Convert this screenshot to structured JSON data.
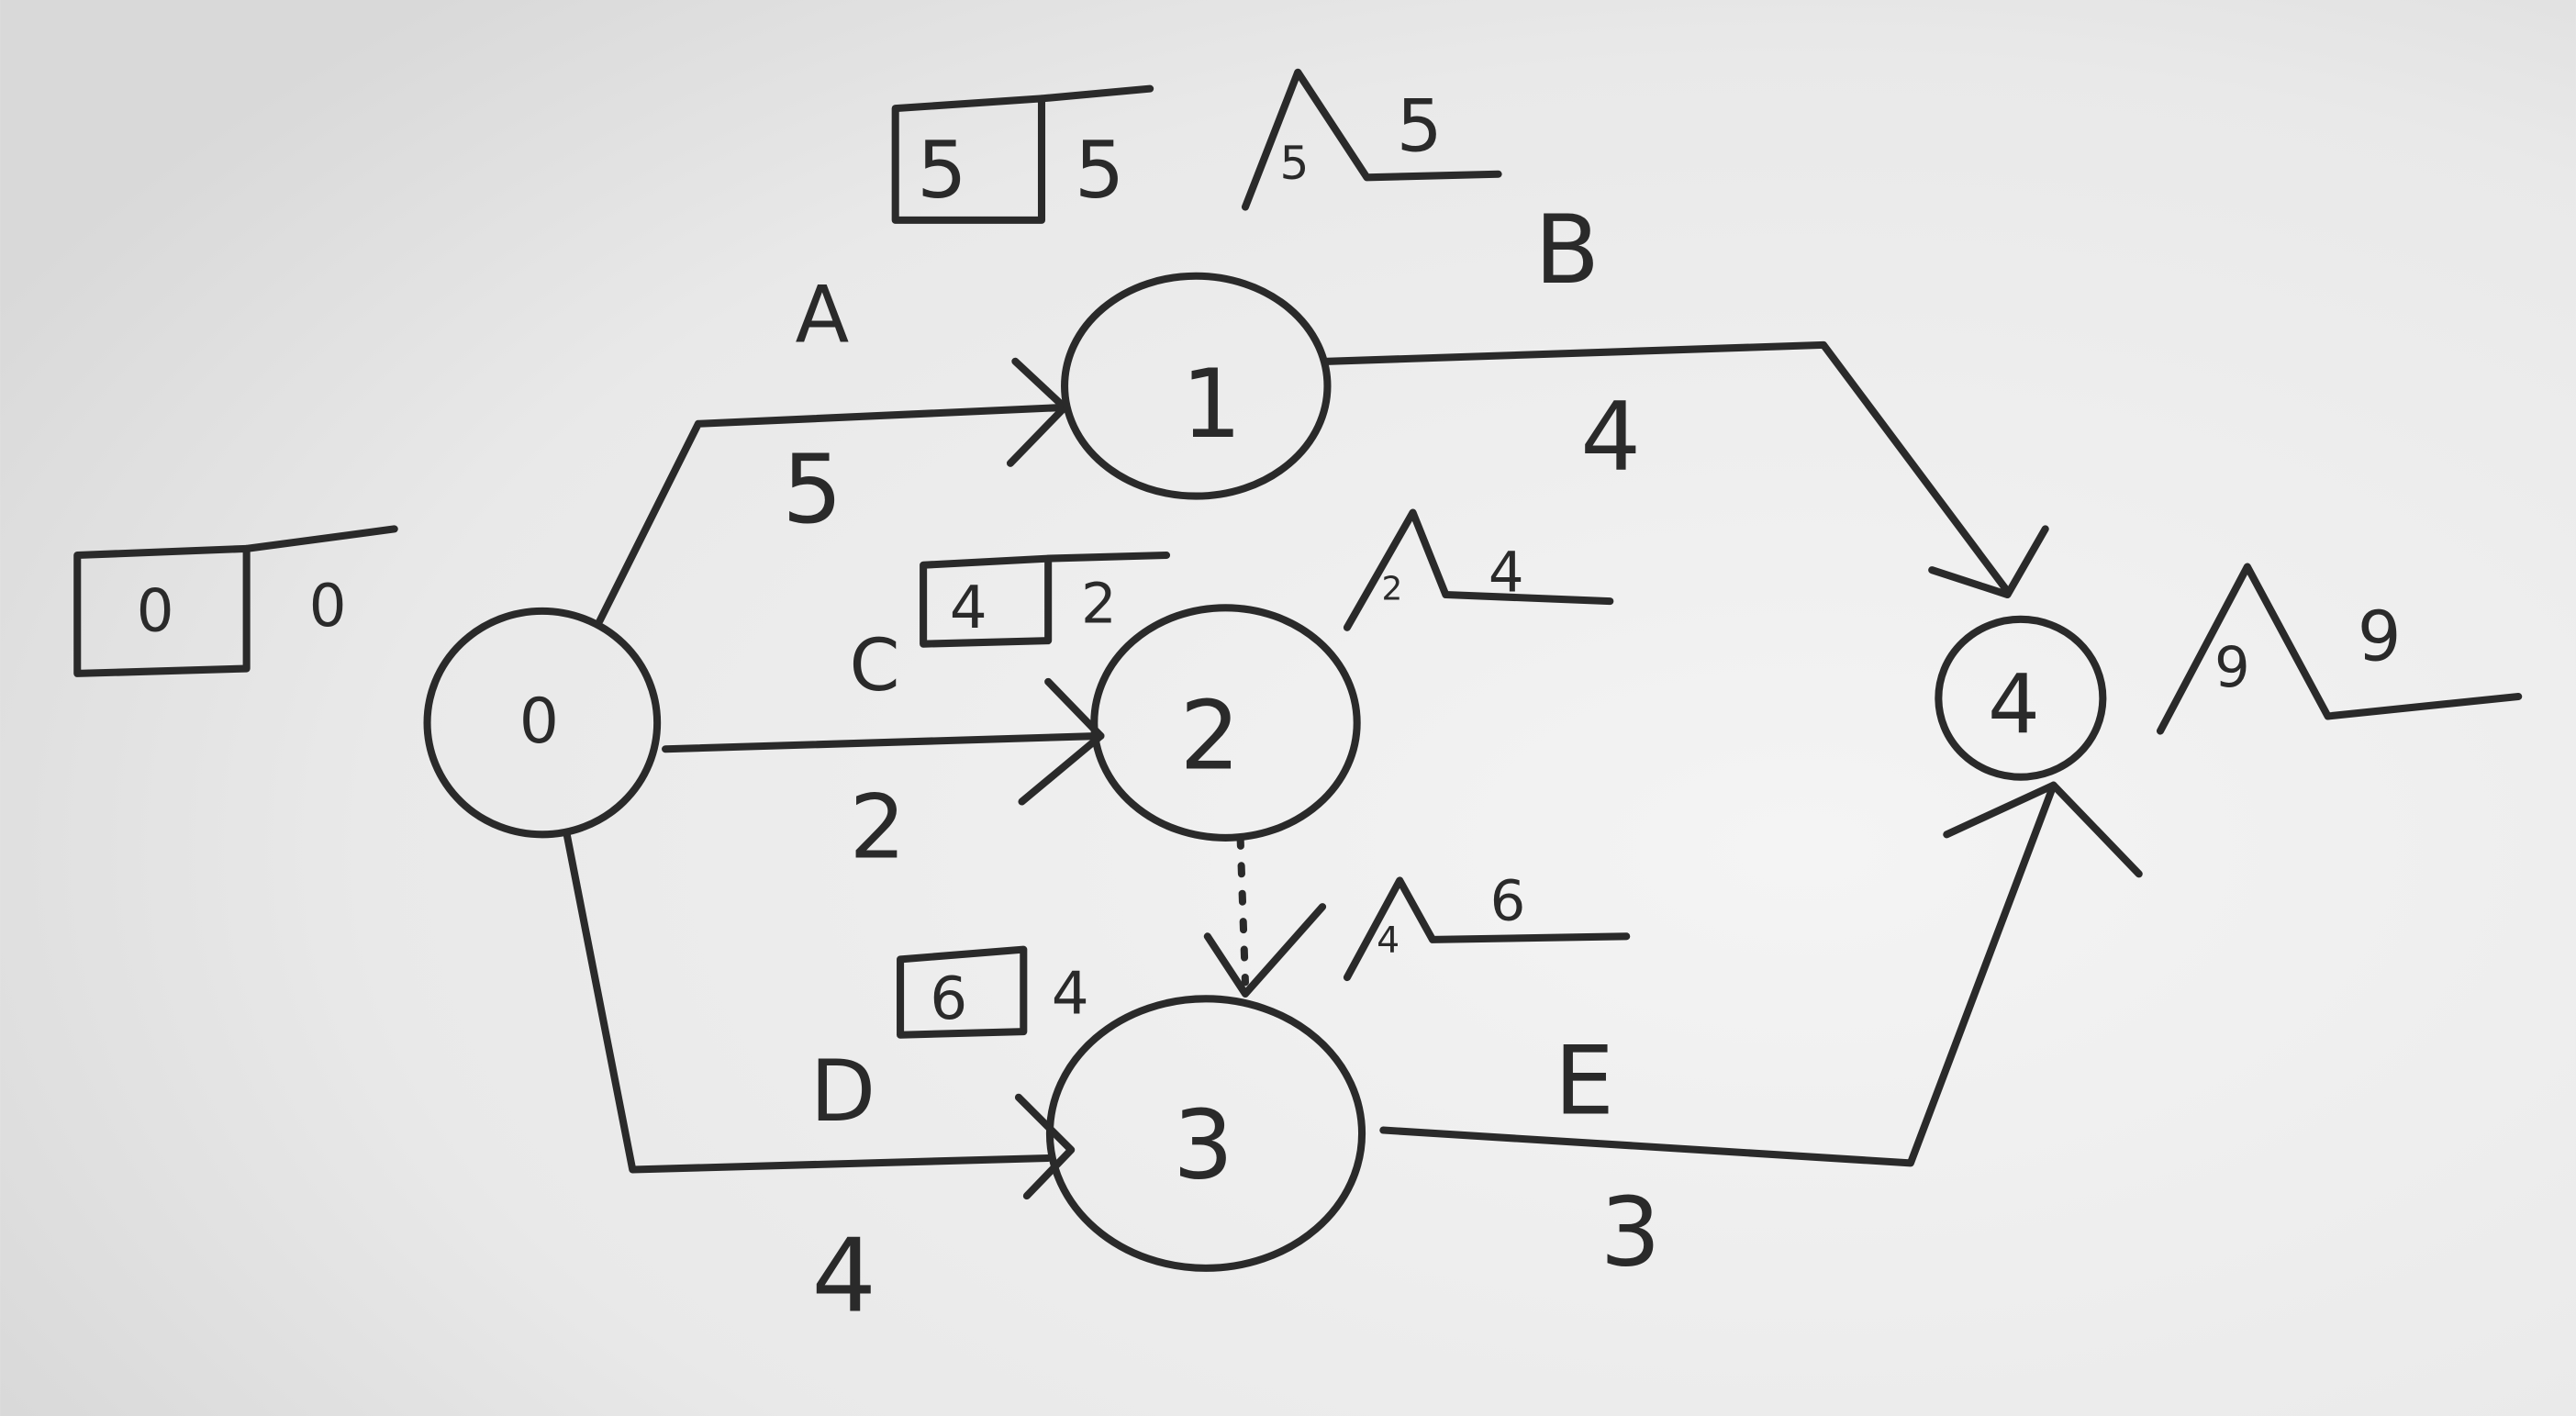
{
  "nodes": [
    {
      "id": "node-0",
      "label": "0",
      "early_start": "0",
      "early_finish": "0"
    },
    {
      "id": "node-1",
      "label": "1",
      "early_start": "5",
      "early_finish": "5",
      "triangle": "5",
      "late": "5"
    },
    {
      "id": "node-2",
      "label": "2",
      "early_start": "4",
      "early_finish": "2",
      "triangle": "2",
      "late": "4"
    },
    {
      "id": "node-3",
      "label": "3",
      "early_start": "6",
      "early_finish": "4",
      "triangle": "4",
      "late": "6"
    },
    {
      "id": "node-4",
      "label": "4",
      "triangle": "9",
      "late": "9"
    }
  ],
  "activities": [
    {
      "name": "A",
      "duration": "5"
    },
    {
      "name": "B",
      "duration": "4"
    },
    {
      "name": "C",
      "duration": "2"
    },
    {
      "name": "D",
      "duration": "4"
    },
    {
      "name": "E",
      "duration": "3"
    }
  ]
}
